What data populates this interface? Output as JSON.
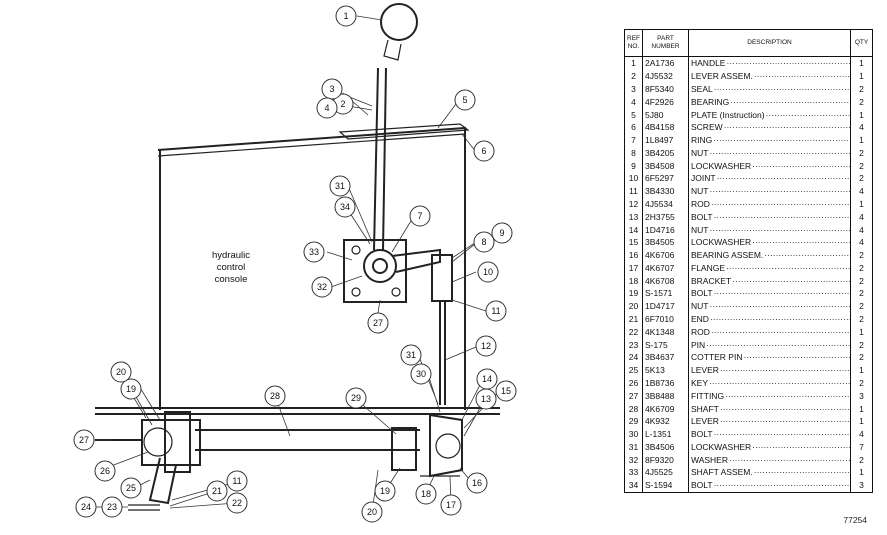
{
  "console_label": [
    "hydraulic",
    "control",
    "console"
  ],
  "drawing_number": "77254",
  "table": {
    "headers": {
      "ref": [
        "REF",
        "NO."
      ],
      "part": [
        "PART",
        "NUMBER"
      ],
      "description": "DESCRIPTION",
      "qty": "QTY"
    },
    "rows": [
      {
        "ref": "1",
        "part": "2A1736",
        "desc": "HANDLE",
        "qty": "1"
      },
      {
        "ref": "2",
        "part": "4J5532",
        "desc": "LEVER ASSEM.",
        "qty": "1"
      },
      {
        "ref": "3",
        "part": "8F5340",
        "desc": "SEAL",
        "qty": "2"
      },
      {
        "ref": "4",
        "part": "4F2926",
        "desc": "BEARING",
        "qty": "2"
      },
      {
        "ref": "5",
        "part": "5J80",
        "desc": "PLATE (Instruction)",
        "qty": "1"
      },
      {
        "ref": "6",
        "part": "4B4158",
        "desc": "SCREW",
        "qty": "4"
      },
      {
        "ref": "7",
        "part": "1L8497",
        "desc": "RING",
        "qty": "1"
      },
      {
        "ref": "8",
        "part": "3B4205",
        "desc": "NUT",
        "qty": "2"
      },
      {
        "ref": "9",
        "part": "3B4508",
        "desc": "LOCKWASHER",
        "qty": "2"
      },
      {
        "ref": "10",
        "part": "6F5297",
        "desc": "JOINT",
        "qty": "2"
      },
      {
        "ref": "11",
        "part": "3B4330",
        "desc": "NUT",
        "qty": "4"
      },
      {
        "ref": "12",
        "part": "4J5534",
        "desc": "ROD",
        "qty": "1"
      },
      {
        "ref": "13",
        "part": "2H3755",
        "desc": "BOLT",
        "qty": "4"
      },
      {
        "ref": "14",
        "part": "1D4716",
        "desc": "NUT",
        "qty": "4"
      },
      {
        "ref": "15",
        "part": "3B4505",
        "desc": "LOCKWASHER",
        "qty": "4"
      },
      {
        "ref": "16",
        "part": "4K6706",
        "desc": "BEARING ASSEM.",
        "qty": "2"
      },
      {
        "ref": "17",
        "part": "4K6707",
        "desc": "FLANGE",
        "qty": "2"
      },
      {
        "ref": "18",
        "part": "4K6708",
        "desc": "BRACKET",
        "qty": "2"
      },
      {
        "ref": "19",
        "part": "S-1571",
        "desc": "BOLT",
        "qty": "2"
      },
      {
        "ref": "20",
        "part": "1D4717",
        "desc": "NUT",
        "qty": "2"
      },
      {
        "ref": "21",
        "part": "6F7010",
        "desc": "END",
        "qty": "2"
      },
      {
        "ref": "22",
        "part": "4K1348",
        "desc": "ROD",
        "qty": "1"
      },
      {
        "ref": "23",
        "part": "S-175",
        "desc": "PIN",
        "qty": "2"
      },
      {
        "ref": "24",
        "part": "3B4637",
        "desc": "COTTER PIN",
        "qty": "2"
      },
      {
        "ref": "25",
        "part": "5K13",
        "desc": "LEVER",
        "qty": "1"
      },
      {
        "ref": "26",
        "part": "1B8736",
        "desc": "KEY",
        "qty": "2"
      },
      {
        "ref": "27",
        "part": "3B8488",
        "desc": "FITTING",
        "qty": "3"
      },
      {
        "ref": "28",
        "part": "4K6709",
        "desc": "SHAFT",
        "qty": "1"
      },
      {
        "ref": "29",
        "part": "4K932",
        "desc": "LEVER",
        "qty": "1"
      },
      {
        "ref": "30",
        "part": "L-1351",
        "desc": "BOLT",
        "qty": "4"
      },
      {
        "ref": "31",
        "part": "3B4506",
        "desc": "LOCKWASHER",
        "qty": "7"
      },
      {
        "ref": "32",
        "part": "8F9320",
        "desc": "WASHER",
        "qty": "2"
      },
      {
        "ref": "33",
        "part": "4J5525",
        "desc": "SHAFT ASSEM.",
        "qty": "1"
      },
      {
        "ref": "34",
        "part": "S-1594",
        "desc": "BOLT",
        "qty": "3"
      }
    ]
  }
}
